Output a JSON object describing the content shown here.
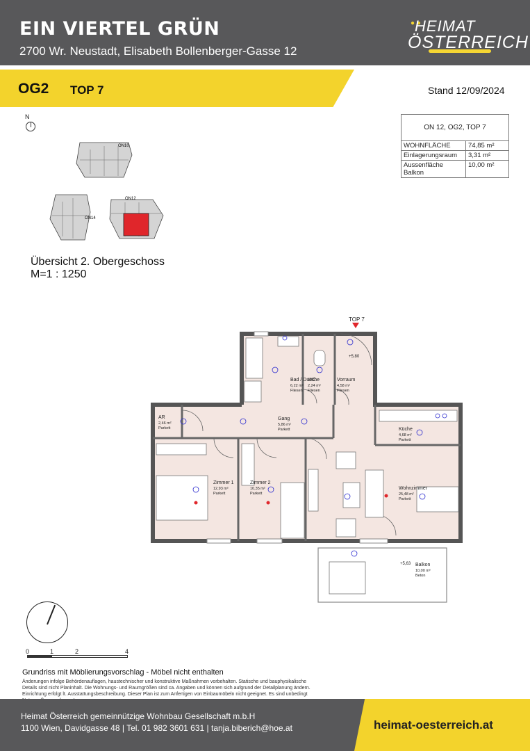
{
  "header": {
    "title": "EIN VIERTEL GRÜN",
    "address": "2700 Wr. Neustadt, Elisabeth Bollenberger-Gasse 12",
    "logo_line1": "HEIMAT",
    "logo_line2": "ÖSTERREICH"
  },
  "band": {
    "floor": "OG2",
    "unit": "TOP 7"
  },
  "stand": "Stand 12/09/2024",
  "info": {
    "heading": "ON 12, OG2, TOP 7",
    "rows": [
      {
        "label": "WOHNFLÄCHE",
        "value": "74,85 m²"
      },
      {
        "label": "Einlagerungsraum",
        "value": "3,31 m²"
      },
      {
        "label": "Aussenfläche Balkon",
        "value": "10,00 m²"
      }
    ]
  },
  "north": "N",
  "overview": {
    "labels": {
      "on10": "ON10",
      "on12": "ON12",
      "on14": "ON14"
    },
    "title_line1": "Übersicht 2. Obergeschoss",
    "title_line2": "M=1 : 1250",
    "colors": {
      "highlight": "#e0262b",
      "building": "#cfcfcf"
    }
  },
  "plan": {
    "entrance_label": "TOP 7",
    "rooms": {
      "bad": {
        "name": "Bad / Dusche",
        "area": "6,22 m²",
        "floor": "Fliesen"
      },
      "wc": {
        "name": "WC",
        "area": "2,24 m²",
        "floor": "Fliesen"
      },
      "vorraum": {
        "name": "Vorraum",
        "area": "4,58 m²",
        "floor": "Fliesen"
      },
      "ar": {
        "name": "AR",
        "area": "2,46 m²",
        "floor": "Parkett"
      },
      "gang": {
        "name": "Gang",
        "area": "5,86 m²",
        "floor": "Parkett"
      },
      "kueche": {
        "name": "Küche",
        "area": "4,68 m²",
        "floor": "Parkett"
      },
      "zimmer1": {
        "name": "Zimmer 1",
        "area": "12,93 m²",
        "floor": "Parkett"
      },
      "zimmer2": {
        "name": "Zimmer 2",
        "area": "10,35 m²",
        "floor": "Parkett"
      },
      "wohnzimmer": {
        "name": "Wohnzimmer",
        "area": "25,48 m²",
        "floor": "Parkett"
      },
      "balkon": {
        "name": "Balkon",
        "area": "10,00 m²",
        "floor": "Beton"
      }
    },
    "levels": {
      "entry": "+5,80",
      "balcony": "+5,63"
    },
    "colors": {
      "floor": "#f4e6e1",
      "wall": "#555555",
      "symbols": "#2c2ccf"
    }
  },
  "scale": {
    "t0": "0",
    "t1": "1",
    "t2": "2",
    "t4": "4"
  },
  "caption": "Grundriss mit Möblierungsvorschlag - Möbel nicht enthalten",
  "disclaimer": "Änderungen infolge Behördenauflagen, haustechnischer und konstruktive Maßnahmen vorbehalten. Statische und bauphysikalische Details sind nicht Planinhalt. Die Wohnungs- und Raumgrößen sind ca. Angaben und können sich aufgrund der Detailplanung ändern. Einrichtung erfolgt lt. Ausstattungsbeschreibung. Dieser Plan ist zum Anfertigen von Einbaumöbeln nicht geeignet. Es sind unbedingt Naturmaße zu nehmen !",
  "footer": {
    "company": "Heimat Österreich gemeinnützige Wohnbau Gesellschaft m.b.H",
    "contact": "1100 Wien, Davidgasse 48 | Tel. 01 982 3601 631 | tanja.biberich@hoe.at",
    "website": "heimat-oesterreich.at"
  }
}
